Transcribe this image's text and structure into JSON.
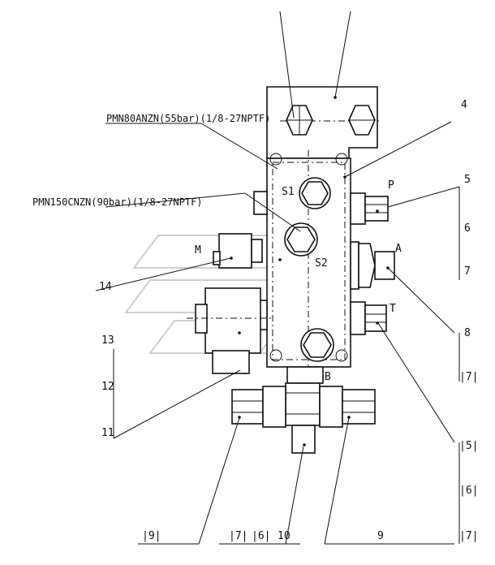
{
  "annotations": {
    "pressure_switch_1": "PMN80ANZN(55bar)(1/8-27NPTF)",
    "pressure_switch_2": "PMN150CNZN(90bar)(1/8-27NPTF)"
  },
  "ports": {
    "s1": "S1",
    "s2": "S2",
    "p": "P",
    "a": "A",
    "t": "T",
    "m": "M",
    "b": "B"
  },
  "callouts": {
    "c4": "4",
    "c5": "5",
    "c6_right": "6",
    "c7_right": "7",
    "c8": "8",
    "c17_right": "|7|",
    "c15": "|5|",
    "c16": "|6|",
    "c17_bottom_right": "|7|",
    "c14": "14",
    "c13": "13",
    "c12": "12",
    "c11": "11",
    "c19": "|9|",
    "c17_bottom": "|7|",
    "c6_bottom": "|6|",
    "c10": "10",
    "c9": "9"
  }
}
